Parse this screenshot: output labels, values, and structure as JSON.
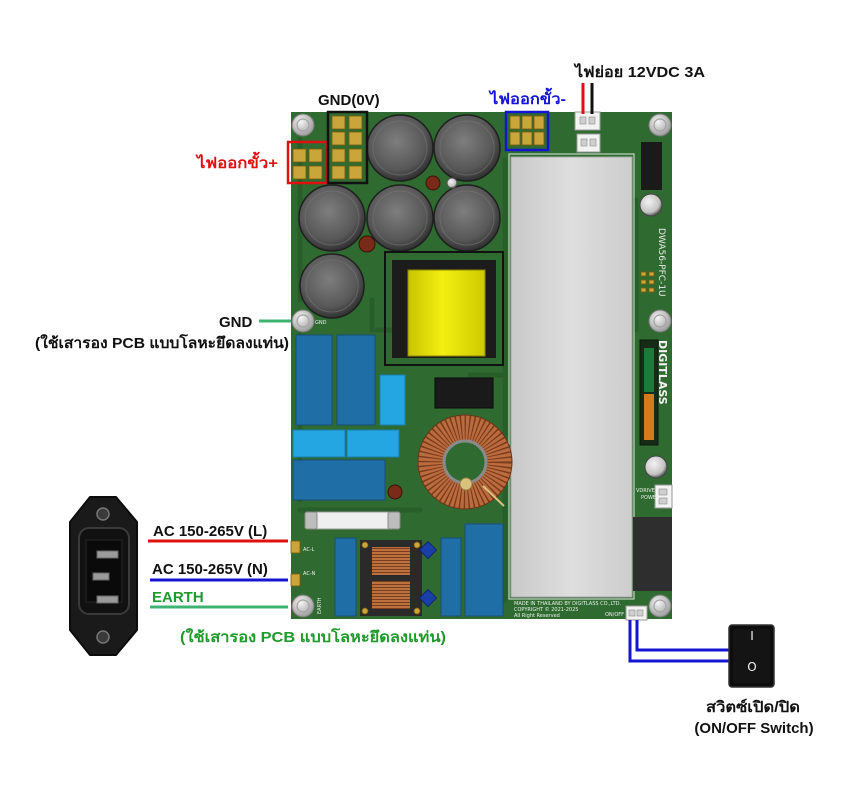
{
  "annotations": {
    "aux_supply": "ไฟย่อย 12VDC 3A",
    "gnd_0v": "GND(0V)",
    "output_negative": "ไฟออกขั้ว-",
    "output_positive": "ไฟออกขั้ว+",
    "gnd": "GND",
    "gnd_note": "(ใช้เสารอง PCB แบบโลหะยึดลงแท่น)",
    "ac_line": "AC 150-265V (L)",
    "ac_neutral": "AC 150-265V (N)",
    "earth": "EARTH",
    "earth_note": "(ใช้เสารอง PCB แบบโลหะยึดลงแท่น)",
    "switch_th": "สวิตซ์เปิด/ปิด",
    "switch_en": "(ON/OFF Switch)"
  },
  "rocker_switch": {
    "on_mark": "I",
    "off_mark": "O"
  },
  "pcb_silkscreen": {
    "model": "DWA56-PFC-1U",
    "brand": "DIGITLASS",
    "made_in": "MADE IN THAILAND BY DIGITLASS CO.,LTD.",
    "copyright": "COPYRIGHT © 2021-2025",
    "rights": "All Right Reserved",
    "gnd_mount": "GND",
    "ac_l": "AC-L",
    "ac_n": "AC-N",
    "earth_mount": "EARTH",
    "vdrive": "VDRIVE",
    "power": "POWER",
    "on_off": "ON/OFF"
  },
  "colors": {
    "text": "#111111",
    "positive": "#e01010",
    "negative": "#1414d2",
    "ground_box": "#111111",
    "earth_text": "#1f9a2c",
    "line_wire": "#e01010",
    "neutral_wire": "#1414d2",
    "earth_wire": "#3cb371",
    "gnd_wire": "#3cb371",
    "aux_positive_wire": "#e01010",
    "aux_negative_wire": "#111111",
    "switch_wire": "#1414d2",
    "pcb": "#2f6b30"
  },
  "icons": {
    "ac_inlet": "iec-c14-inlet-icon",
    "switch": "rocker-switch-icon"
  }
}
